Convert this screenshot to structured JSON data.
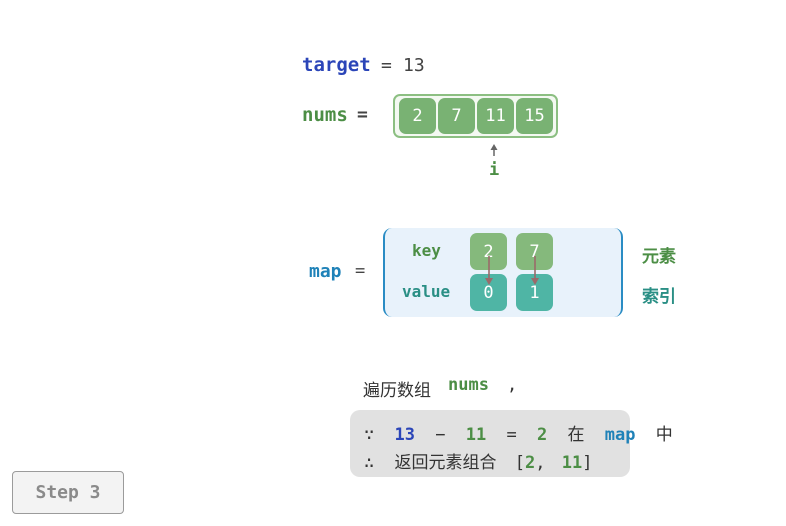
{
  "target": {
    "label": "target",
    "eq": "=",
    "value": "13"
  },
  "nums": {
    "label": "nums",
    "eq": "=",
    "values": [
      "2",
      "7",
      "11",
      "15"
    ],
    "pointer": {
      "label": "i",
      "index": 2
    }
  },
  "map": {
    "label": "map",
    "eq": "=",
    "key_label": "key",
    "value_label": "value",
    "keys": [
      "2",
      "7"
    ],
    "values": [
      "0",
      "1"
    ],
    "side_labels": [
      "元素",
      "索引"
    ]
  },
  "caption": {
    "text": "遍历数组",
    "var": "nums",
    "comma": ","
  },
  "info": {
    "line1": {
      "because": "∵",
      "a": "13",
      "minus": "−",
      "b": "11",
      "eq": "=",
      "c": "2",
      "in": "在",
      "map": "map",
      "zhong": "中"
    },
    "line2": {
      "therefore": "∴",
      "text": "返回元素组合",
      "open": "[",
      "i1": "2",
      "sep": ",",
      "i2": "11",
      "close": "]"
    }
  },
  "step_button": {
    "label": "Step 3"
  },
  "colors": {
    "target": "#2b45b8",
    "nums": "#4c8e45",
    "cell_green": "#79b273",
    "value_teal": "#4fb5a5",
    "map_blue": "#1f82b8",
    "map_bg": "#e8f2fb"
  }
}
